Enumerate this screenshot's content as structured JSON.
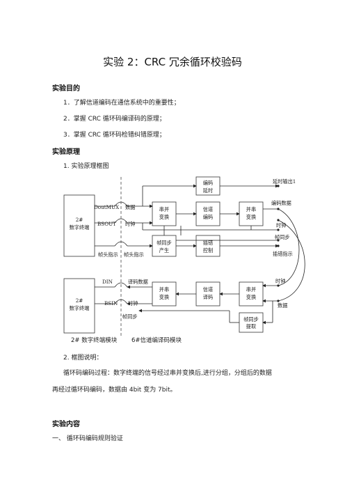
{
  "title": "实验 2：CRC 冗余循环校验码",
  "purpose": {
    "heading": "实验目的",
    "items": [
      "1．了解信道编码在通信系统中的重要性；",
      "2．掌握 CRC 循环码编译码的原理；",
      "3．掌握 CRC 循环码检错纠错原理；"
    ]
  },
  "principle": {
    "heading": "实验原理",
    "item1": "1.  实验原理框图",
    "diagram": {
      "left_box_top": [
        "2#",
        "数字终端"
      ],
      "left_box_bottom": [
        "2#",
        "数字终端"
      ],
      "sig_doutmux": "DoutMUX",
      "sig_bsout": "BSOUT",
      "sig_frame_hdr": "帧头指示",
      "sig_data": "数据",
      "sig_clock": "时钟",
      "sig_frame_hdr2": "帧头指示",
      "box_sp": [
        "串并",
        "变换"
      ],
      "box_enc": [
        "信道",
        "编码"
      ],
      "box_ps": [
        "并串",
        "变换"
      ],
      "box_delay": [
        "编码",
        "延时"
      ],
      "box_fsync": [
        "帧同步",
        "产生"
      ],
      "box_err": [
        "插错",
        "控制"
      ],
      "out_delay": "延时输出1",
      "out_code": "编码数据",
      "out_clock": "时钟",
      "out_fsync": "帧同步",
      "out_err": "插错指示",
      "din": "DIN",
      "bsin": "BSIN",
      "dec_data": "译码数据",
      "dec_clock": "时钟",
      "dec_fsync": "帧同步",
      "box_ps2": [
        "并串",
        "变换"
      ],
      "box_dec": [
        "信道",
        "译码"
      ],
      "box_sp2": [
        "串并",
        "变换"
      ],
      "box_fext": [
        "帧同步",
        "提取"
      ],
      "in_clock": "时钟",
      "in_data": "数据",
      "caption_left": "2# 数字终端模块",
      "caption_right": "6#信道编译码模块"
    },
    "item2": "2.  框图说明：",
    "para_line1": "循环码编码过程：数字终端的信号经过串并变换后,进行分组，分组后的数据",
    "para_line2": "再经过循环码编码，数据由 4bit 变为 7bit。"
  },
  "content": {
    "heading": "实验内容",
    "sub1": "一、      循环码编码规则验证"
  }
}
